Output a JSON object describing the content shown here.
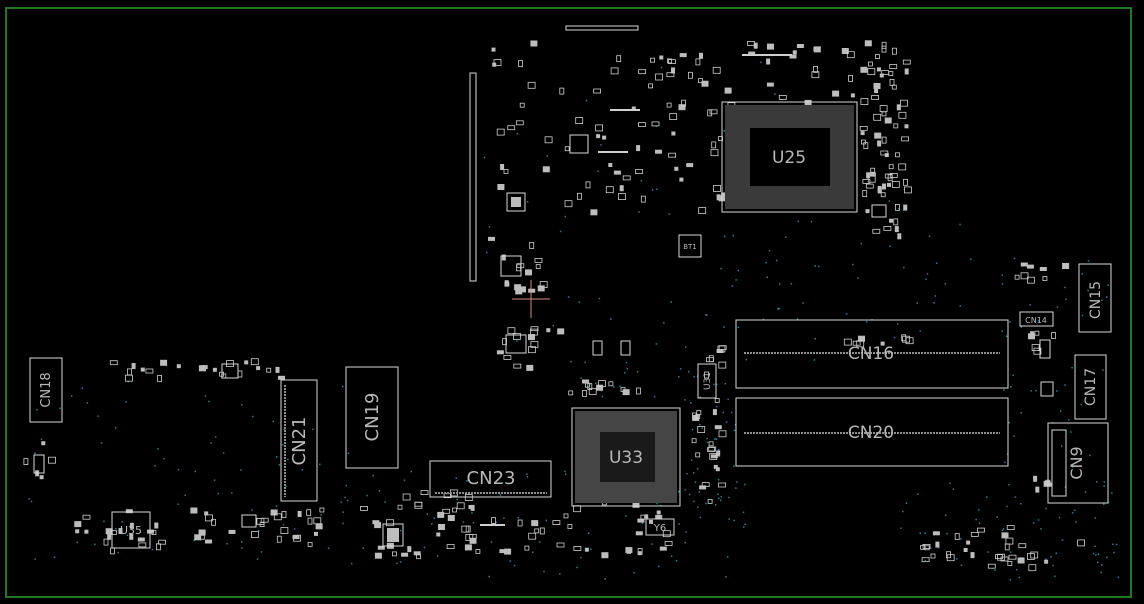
{
  "colors": {
    "background": "#000000",
    "board_edge": "#1f7a1f",
    "silkscreen": "#d9d9d9",
    "pad": "#bdbdbd",
    "via": "#2a7f8f",
    "cursor": "#d98c8c"
  },
  "components": [
    {
      "id": "u25",
      "label": "U25",
      "kind": "bga"
    },
    {
      "id": "u33",
      "label": "U33",
      "kind": "bga"
    },
    {
      "id": "u35",
      "label": "U35",
      "kind": "ic"
    },
    {
      "id": "u31",
      "label": "U31",
      "kind": "ic"
    },
    {
      "id": "cn16",
      "label": "CN16",
      "kind": "slot"
    },
    {
      "id": "cn20",
      "label": "CN20",
      "kind": "slot"
    },
    {
      "id": "cn15",
      "label": "CN15",
      "kind": "connector"
    },
    {
      "id": "cn17",
      "label": "CN17",
      "kind": "connector"
    },
    {
      "id": "cn9",
      "label": "CN9",
      "kind": "connector"
    },
    {
      "id": "cn18",
      "label": "CN18",
      "kind": "connector"
    },
    {
      "id": "cn19",
      "label": "CN19",
      "kind": "connector"
    },
    {
      "id": "cn21",
      "label": "CN21",
      "kind": "connector"
    },
    {
      "id": "cn23",
      "label": "CN23",
      "kind": "connector"
    },
    {
      "id": "cn14",
      "label": "CN14",
      "kind": "connector"
    },
    {
      "id": "y6",
      "label": "Y6",
      "kind": "crystal"
    },
    {
      "id": "bt1",
      "label": "BT1",
      "kind": "battery"
    }
  ]
}
